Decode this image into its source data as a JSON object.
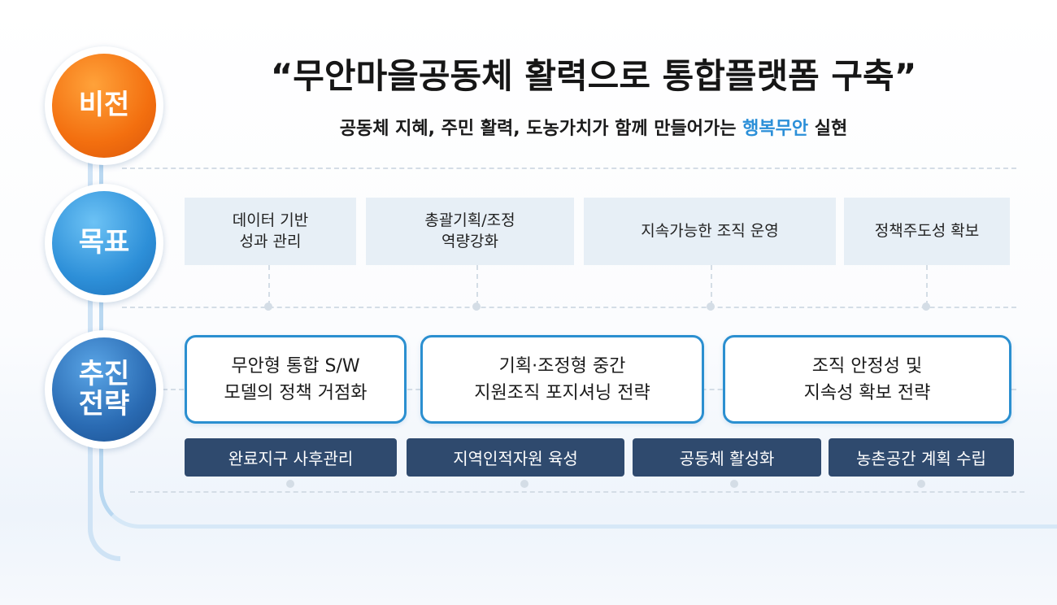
{
  "title": {
    "open_quote": "“",
    "text": "무안마을공동체 활력으로 통합플랫폼 구축",
    "close_quote": "”"
  },
  "subtitle": {
    "prefix": "공동체 지혜, 주민 활력, 도농가치가 함께 만들어가는 ",
    "highlight": "행복무안",
    "suffix": " 실현"
  },
  "levels": {
    "vision": "비전",
    "goal": "목표",
    "strategy_line1": "추진",
    "strategy_line2": "전략"
  },
  "goals": [
    {
      "line1": "데이터 기반",
      "line2": "성과 관리"
    },
    {
      "line1": "총괄기획/조정",
      "line2": "역량강화"
    },
    {
      "line1": "지속가능한 조직 운영",
      "line2": ""
    },
    {
      "line1": "정책주도성 확보",
      "line2": ""
    }
  ],
  "strategies": [
    {
      "line1": "무안형 통합 S/W",
      "line2": "모델의 정책 거점화"
    },
    {
      "line1": "기획·조정형 중간",
      "line2": "지원조직 포지셔닝 전략"
    },
    {
      "line1": "조직 안정성 및",
      "line2": "지속성 확보 전략"
    }
  ],
  "tasks": [
    "완료지구 사후관리",
    "지역인적자원 육성",
    "공동체 활성화",
    "농촌공간 계획 수립"
  ],
  "colors": {
    "vision": "#f36f0f",
    "goal": "#2d8fd8",
    "strategy": "#2a6bb3",
    "highlight": "#2b8fd8",
    "task_bg": "#2f4a6e",
    "strategy_border": "#2b8fd0"
  }
}
